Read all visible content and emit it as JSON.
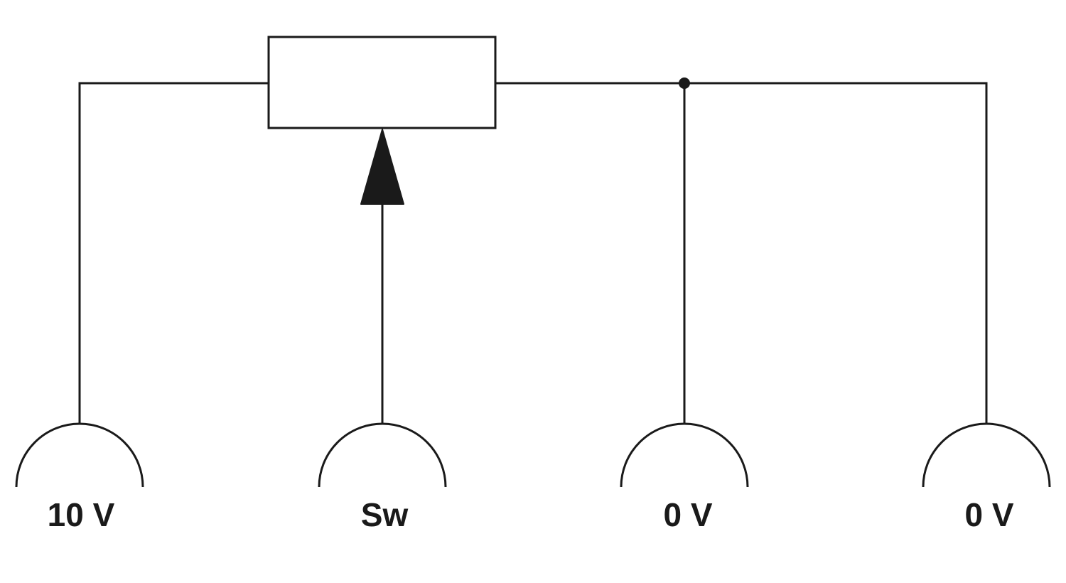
{
  "colors": {
    "stroke": "#1a1a1a",
    "label": "#1a1a1a",
    "background": "#ffffff"
  },
  "terminals": [
    {
      "id": "terminal-10v",
      "label": "10 V"
    },
    {
      "id": "terminal-sw",
      "label": "Sw"
    },
    {
      "id": "terminal-0v-a",
      "label": "0 V"
    },
    {
      "id": "terminal-0v-b",
      "label": "0 V"
    }
  ]
}
